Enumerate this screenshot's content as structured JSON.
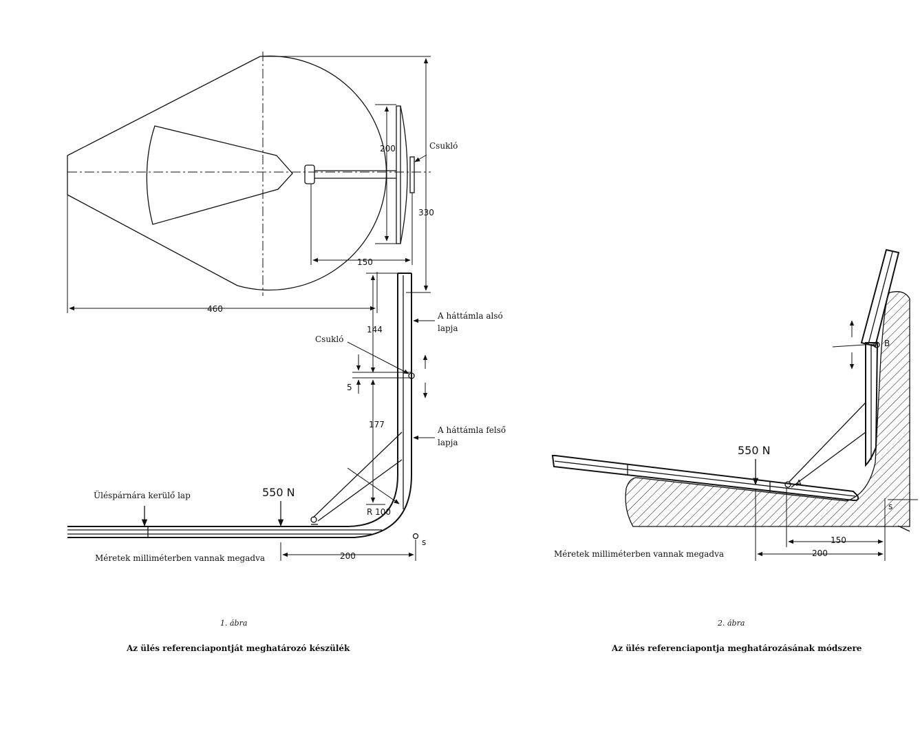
{
  "figure1": {
    "labels": {
      "csuklo_top": "Csukló",
      "csuklo_mid": "Csukló",
      "hattamla_also_1": "A háttámla alsó",
      "hattamla_also_2": "lapja",
      "hattamla_felso_1": "A háttámla felső",
      "hattamla_felso_2": "lapja",
      "ulesparna": "Üléspárnára kerülő lap",
      "force": "550 N",
      "units_note": "Méretek milliméterben vannak megadva",
      "s": "s"
    },
    "dims": {
      "d200": "200",
      "d330": "330",
      "d150": "150",
      "d460": "460",
      "d144": "144",
      "d5": "5",
      "d177": "177",
      "r100": "R 100",
      "d200_bottom": "200"
    },
    "caption_number": "1. ábra",
    "caption_title": "Az ülés referenciapontját meghatározó készülék"
  },
  "figure2": {
    "labels": {
      "force": "550 N",
      "point_a": "A",
      "point_b": "B",
      "s": "s",
      "units_note": "Méretek milliméterben vannak megadva"
    },
    "dims": {
      "d150": "150",
      "d200": "200"
    },
    "caption_number": "2. ábra",
    "caption_title": "Az ülés referenciapontja meghatározásának módszere"
  }
}
